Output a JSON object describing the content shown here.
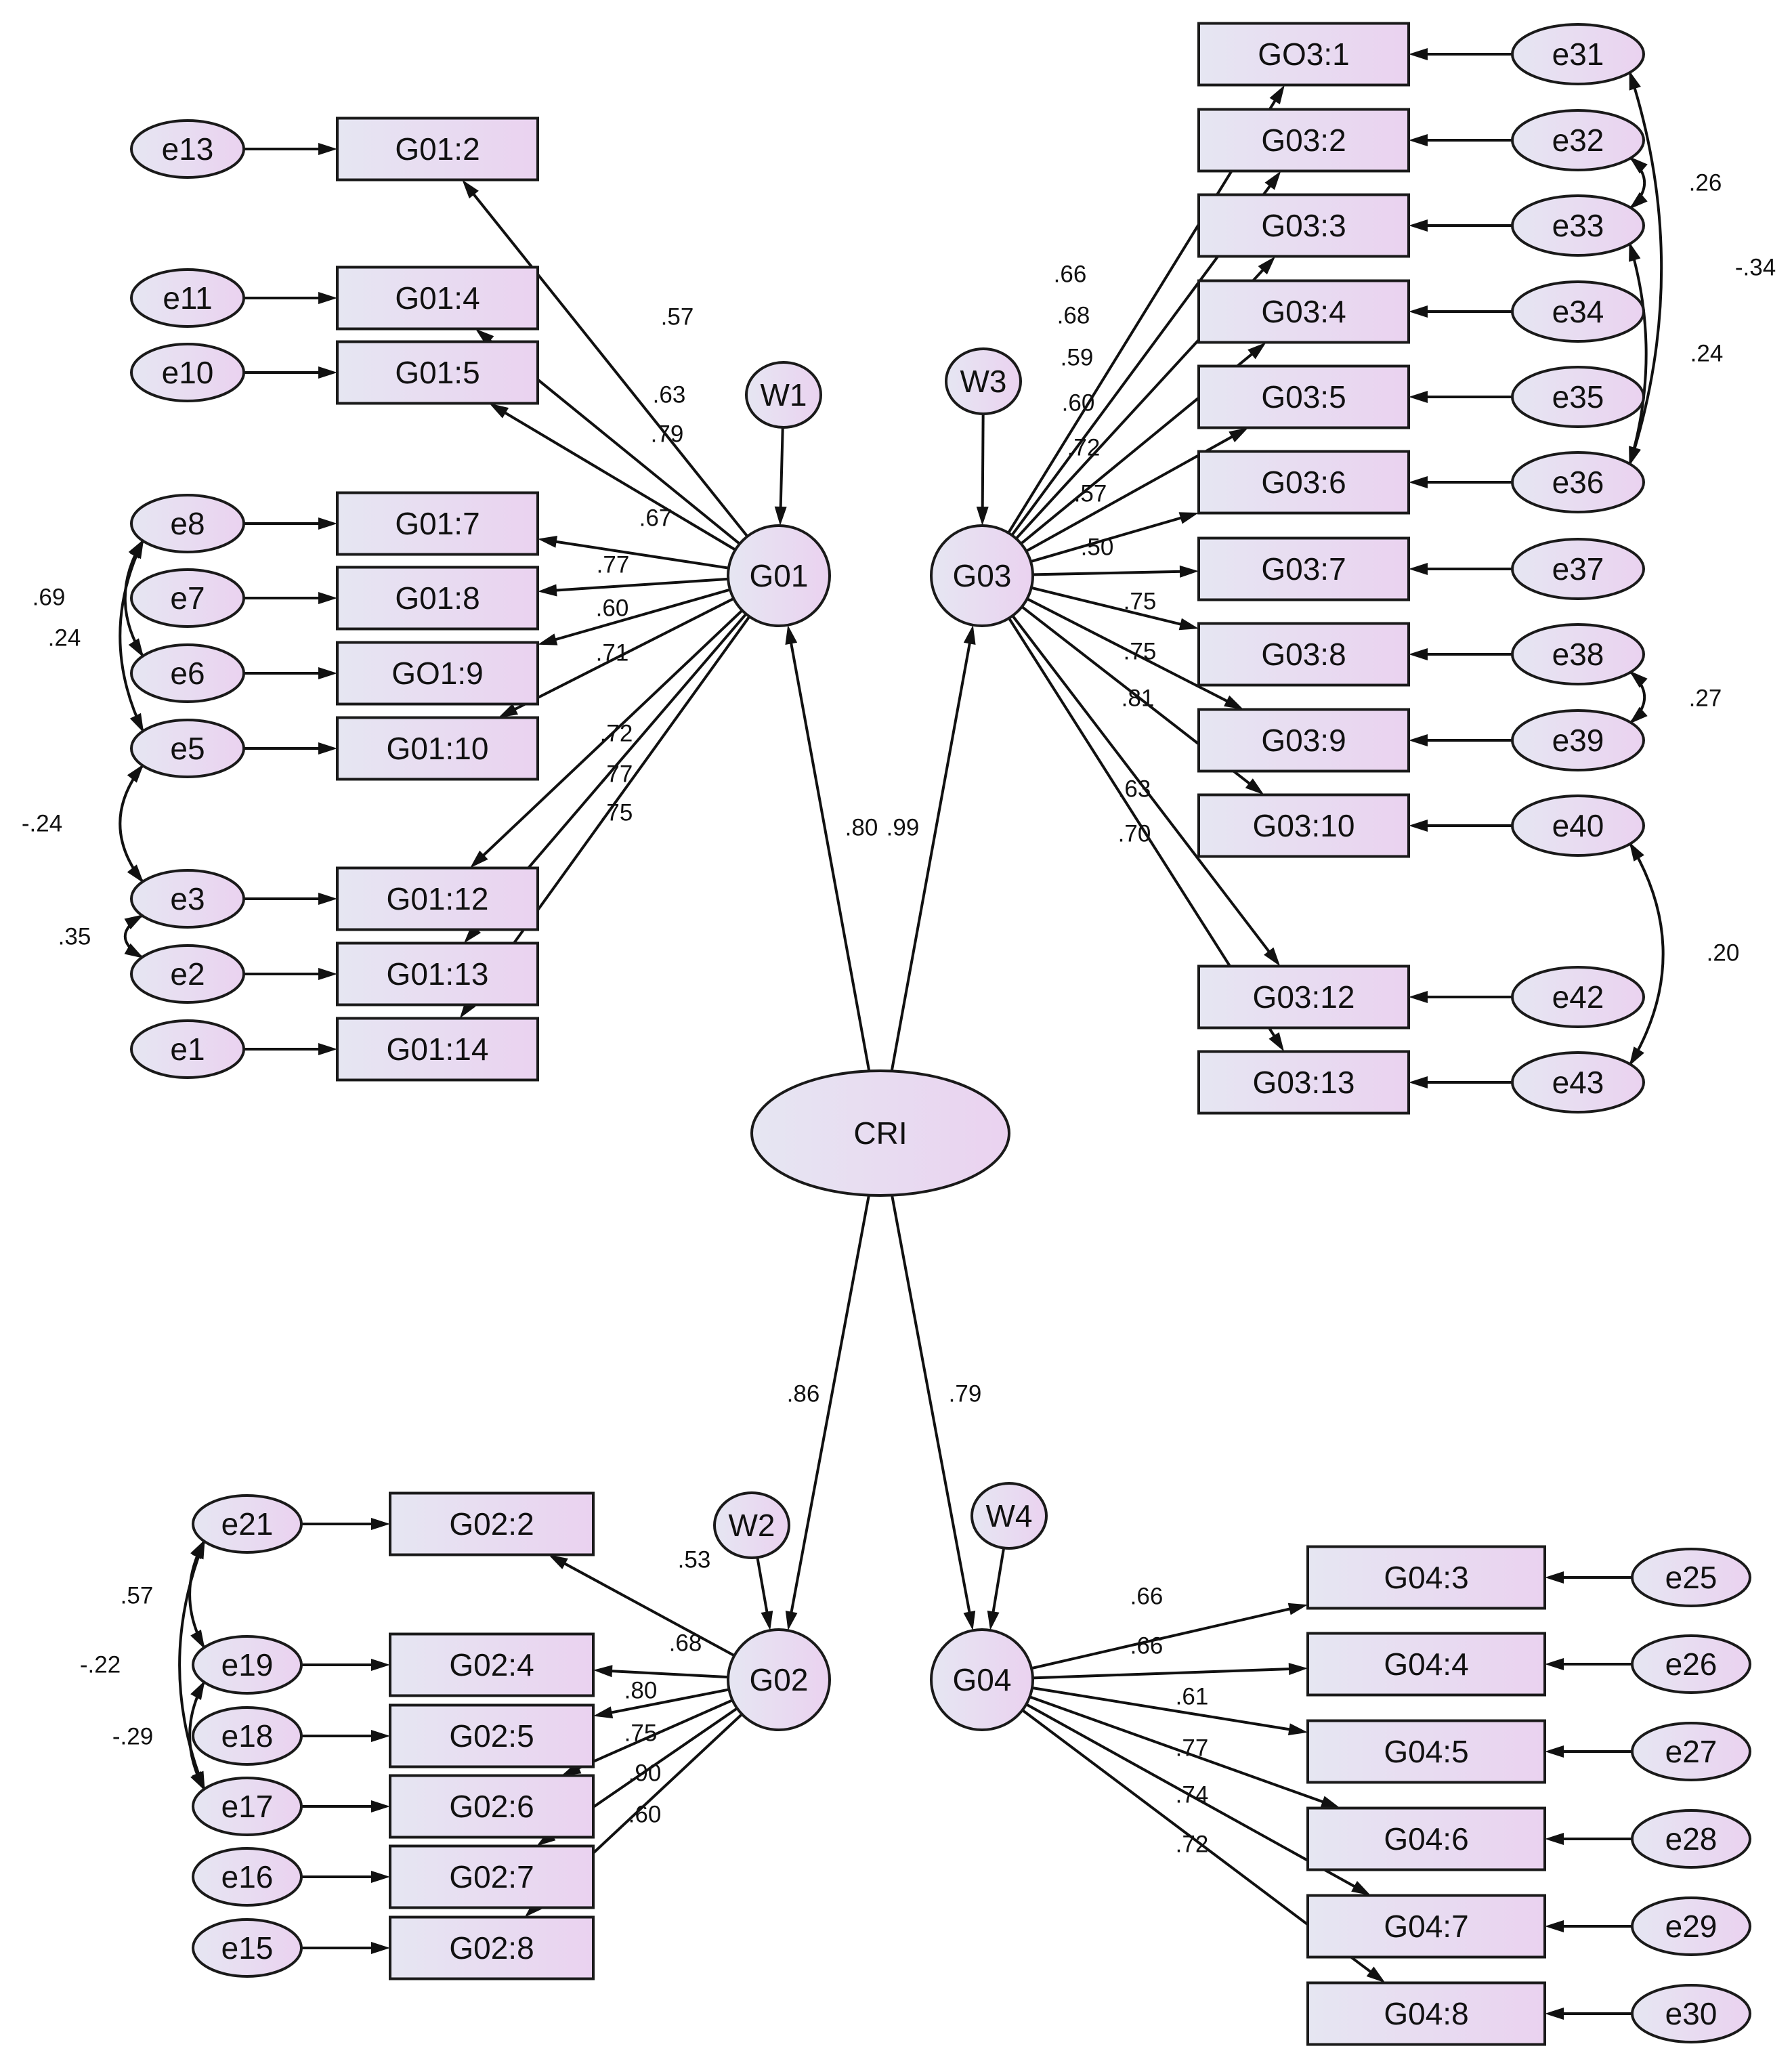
{
  "colors": {
    "fill_light": "#e6e6f2",
    "fill_pink": "#ead2f0",
    "stroke": "#1a1a1a",
    "text": "#111111"
  },
  "latents": {
    "G01": "G01",
    "G02": "G02",
    "G03": "G03",
    "G04": "G04",
    "CRI": "CRI"
  },
  "disturbances": {
    "W1": "W1",
    "W2": "W2",
    "W3": "W3",
    "W4": "W4"
  },
  "second_order_loadings": {
    "G01": ".80",
    "G03": ".99",
    "G02": ".86",
    "G04": ".79"
  },
  "groups": {
    "G01": {
      "items": [
        {
          "label": "G01:2",
          "error": "e13",
          "loading": ".57"
        },
        {
          "label": "G01:4",
          "error": "e11",
          "loading": ".63"
        },
        {
          "label": "G01:5",
          "error": "e10",
          "loading": ".79"
        },
        {
          "label": "G01:7",
          "error": "e8",
          "loading": ".67"
        },
        {
          "label": "G01:8",
          "error": "e7",
          "loading": ".77"
        },
        {
          "label": "GO1:9",
          "error": "e6",
          "loading": ".60"
        },
        {
          "label": "G01:10",
          "error": "e5",
          "loading": ".71"
        },
        {
          "label": "G01:12",
          "error": "e3",
          "loading": ".72"
        },
        {
          "label": "G01:13",
          "error": "e2",
          "loading": ".77"
        },
        {
          "label": "G01:14",
          "error": "e1",
          "loading": ".75"
        }
      ],
      "covariances": [
        {
          "a": "e8",
          "b": "e5",
          "value": ".69"
        },
        {
          "a": "e8",
          "b": "e6",
          "value": ".24"
        },
        {
          "a": "e5",
          "b": "e3",
          "value": "-.24"
        },
        {
          "a": "e3",
          "b": "e2",
          "value": ".35"
        }
      ]
    },
    "G03": {
      "items": [
        {
          "label": "GO3:1",
          "error": "e31",
          "loading": ".66"
        },
        {
          "label": "G03:2",
          "error": "e32",
          "loading": ".68"
        },
        {
          "label": "G03:3",
          "error": "e33",
          "loading": ".59"
        },
        {
          "label": "G03:4",
          "error": "e34",
          "loading": ".60"
        },
        {
          "label": "G03:5",
          "error": "e35",
          "loading": ".72"
        },
        {
          "label": "G03:6",
          "error": "e36",
          "loading": ".57"
        },
        {
          "label": "G03:7",
          "error": "e37",
          "loading": ".50"
        },
        {
          "label": "G03:8",
          "error": "e38",
          "loading": ".75"
        },
        {
          "label": "G03:9",
          "error": "e39",
          "loading": ".75"
        },
        {
          "label": "G03:10",
          "error": "e40",
          "loading": ".81"
        },
        {
          "label": "G03:12",
          "error": "e42",
          "loading": ".63"
        },
        {
          "label": "G03:13",
          "error": "e43",
          "loading": ".70"
        }
      ],
      "covariances": [
        {
          "a": "e32",
          "b": "e33",
          "value": ".26"
        },
        {
          "a": "e31",
          "b": "e36",
          "value": "-.34"
        },
        {
          "a": "e33",
          "b": "e36",
          "value": ".24"
        },
        {
          "a": "e38",
          "b": "e39",
          "value": ".27"
        },
        {
          "a": "e40",
          "b": "e43",
          "value": ".20"
        }
      ]
    },
    "G02": {
      "items": [
        {
          "label": "G02:2",
          "error": "e21",
          "loading": ".53"
        },
        {
          "label": "G02:4",
          "error": "e19",
          "loading": ".68"
        },
        {
          "label": "G02:5",
          "error": "e18",
          "loading": ".80"
        },
        {
          "label": "G02:6",
          "error": "e17",
          "loading": ".75"
        },
        {
          "label": "G02:7",
          "error": "e16",
          "loading": ".90"
        },
        {
          "label": "G02:8",
          "error": "e15",
          "loading": ".60"
        }
      ],
      "covariances": [
        {
          "a": "e21",
          "b": "e19",
          "value": ".57"
        },
        {
          "a": "e21",
          "b": "e17",
          "value": "-.22"
        },
        {
          "a": "e19",
          "b": "e17",
          "value": "-.29"
        }
      ]
    },
    "G04": {
      "items": [
        {
          "label": "G04:3",
          "error": "e25",
          "loading": ".66"
        },
        {
          "label": "G04:4",
          "error": "e26",
          "loading": ".66"
        },
        {
          "label": "G04:5",
          "error": "e27",
          "loading": ".61"
        },
        {
          "label": "G04:6",
          "error": "e28",
          "loading": ".77"
        },
        {
          "label": "G04:7",
          "error": "e29",
          "loading": ".74"
        },
        {
          "label": "G04:8",
          "error": "e30",
          "loading": ".72"
        }
      ],
      "covariances": []
    }
  }
}
